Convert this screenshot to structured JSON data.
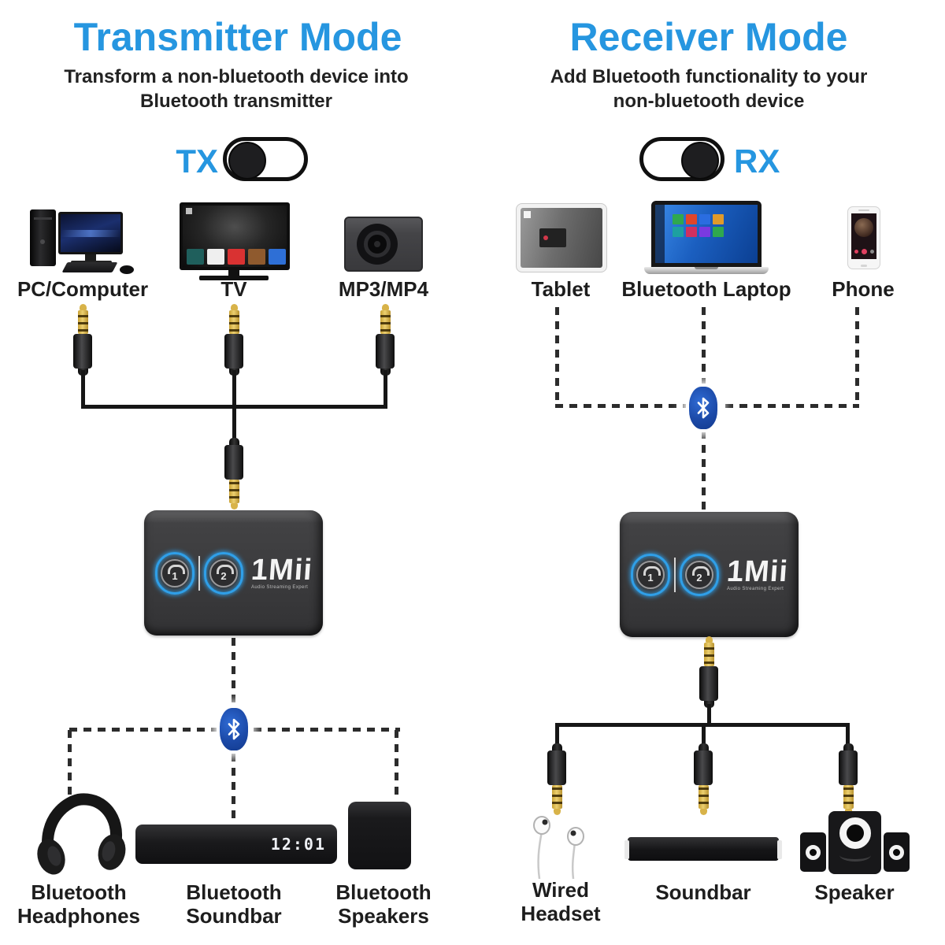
{
  "colors": {
    "accent_blue": "#2696e0",
    "bluetooth_badge_blue": "#1c4aa8",
    "button_glow_blue": "#2f9fe8",
    "device_body_gray": "#3a3a3c"
  },
  "left_panel": {
    "title": "Transmitter Mode",
    "subtitle_line1": "Transform a non-bluetooth device into",
    "subtitle_line2": "Bluetooth transmitter",
    "toggle_label": "TX",
    "toggle_state": "knob-left",
    "source_labels": {
      "pc": "PC/Computer",
      "tv": "TV",
      "mp3": "MP3/MP4"
    },
    "sink_labels": {
      "headphones": "Bluetooth Headphones",
      "soundbar": "Bluetooth Soundbar",
      "speakers": "Bluetooth Speakers"
    },
    "soundbar_clock": "12:01"
  },
  "right_panel": {
    "title": "Receiver Mode",
    "subtitle_line1": "Add Bluetooth functionality to your",
    "subtitle_line2": "non-bluetooth device",
    "toggle_label": "RX",
    "toggle_state": "knob-right",
    "source_labels": {
      "tablet": "Tablet",
      "laptop": "Bluetooth Laptop",
      "phone": "Phone"
    },
    "sink_labels": {
      "headset": "Wired Headset",
      "soundbar": "Soundbar",
      "speaker": "Speaker"
    }
  },
  "device": {
    "brand": "1Mii",
    "tagline": "Audio Streaming Expert",
    "button_1": "1",
    "button_2": "2"
  }
}
